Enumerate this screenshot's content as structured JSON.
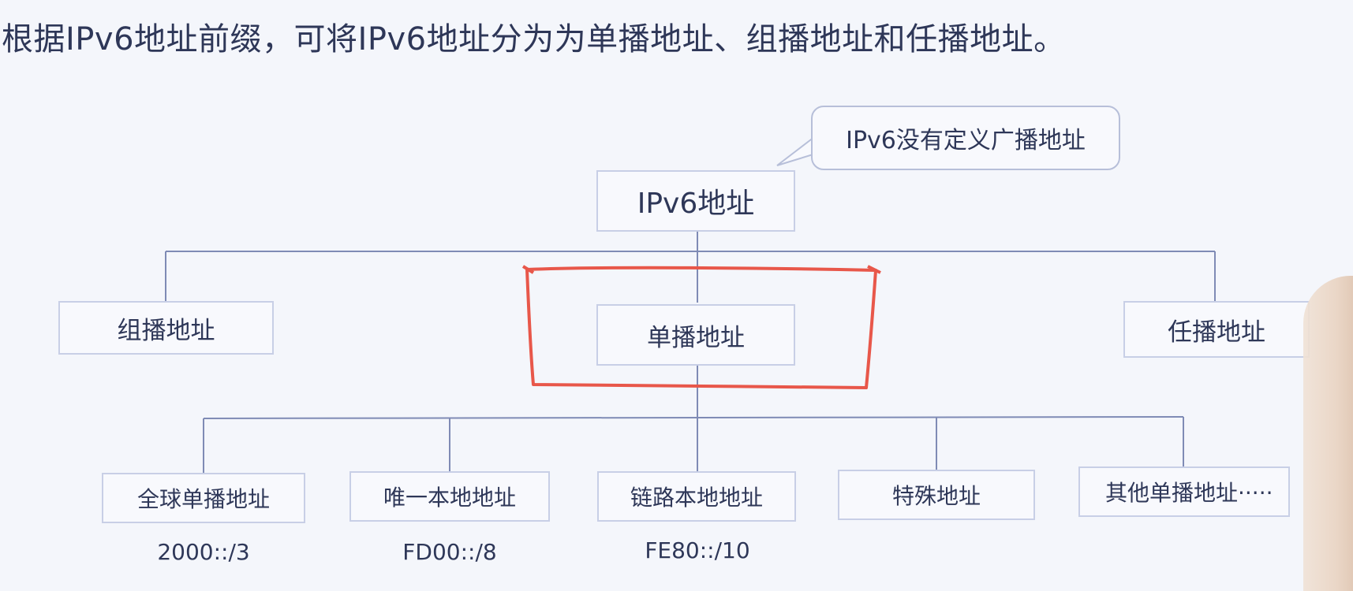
{
  "title": "根据IPv6地址前缀，可将IPv6地址分为为单播地址、组播地址和任播地址。",
  "callout": "IPv6没有定义广播地址",
  "root": "IPv6地址",
  "level1": {
    "multicast": "组播地址",
    "unicast": "单播地址",
    "anycast": "任播地址"
  },
  "unicast_children": [
    {
      "label": "全球单播地址",
      "prefix": "2000::/3"
    },
    {
      "label": "唯一本地地址",
      "prefix": "FD00::/8"
    },
    {
      "label": "链路本地地址",
      "prefix": "FE80::/10"
    },
    {
      "label": "特殊地址",
      "prefix": ""
    },
    {
      "label": "其他单播地址·····",
      "prefix": ""
    }
  ],
  "colors": {
    "background": "#f4f6fb",
    "line": "#7f8bb5",
    "box_border": "#c8cfe6",
    "highlight": "#e8574a"
  }
}
